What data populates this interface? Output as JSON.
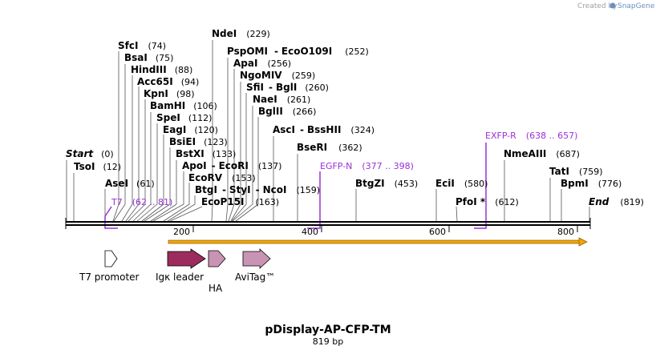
{
  "credit": {
    "prefix": "Created by",
    "brand": "SnapGene",
    "brand_color": "#6a8fc0"
  },
  "plasmid": {
    "name": "pDisplay-AP-CFP-TM",
    "length": "819 bp",
    "length_bp": 819
  },
  "ruler": {
    "ticks": [
      "200",
      "400",
      "600",
      "800"
    ]
  },
  "sites": [
    {
      "name": "Start",
      "pos": "(0)",
      "italic": true
    },
    {
      "name": "TsoI",
      "pos": "(12)"
    },
    {
      "name": "AseI",
      "pos": "(61)"
    },
    {
      "name": "SfcI",
      "pos": "(74)"
    },
    {
      "name": "BsaI",
      "pos": "(75)"
    },
    {
      "name": "HindIII",
      "pos": "(88)"
    },
    {
      "name": "Acc65I",
      "pos": "(94)"
    },
    {
      "name": "KpnI",
      "pos": "(98)"
    },
    {
      "name": "BamHI",
      "pos": "(106)"
    },
    {
      "name": "SpeI",
      "pos": "(112)"
    },
    {
      "name": "EagI",
      "pos": "(120)"
    },
    {
      "name": "BsiEI",
      "pos": "(123)"
    },
    {
      "name": "BstXI",
      "pos": "(133)"
    },
    {
      "name": "ApoI",
      "sep": "-",
      "name2": "EcoRI",
      "pos": "(137)"
    },
    {
      "name": "EcoRV",
      "pos": "(153)"
    },
    {
      "name": "BtgI",
      "sep": "-",
      "name2": "StyI",
      "sep2": "-",
      "name3": "NcoI",
      "pos": "(159)"
    },
    {
      "name": "EcoP15I",
      "pos": "(163)"
    },
    {
      "name": "NdeI",
      "pos": "(229)"
    },
    {
      "name": "PspOMI",
      "sep": "-",
      "name2": "EcoO109I",
      "pos": "(252)"
    },
    {
      "name": "ApaI",
      "pos": "(256)"
    },
    {
      "name": "NgoMIV",
      "pos": "(259)"
    },
    {
      "name": "SfiI",
      "sep": "-",
      "name2": "BglI",
      "pos": "(260)"
    },
    {
      "name": "NaeI",
      "pos": "(261)"
    },
    {
      "name": "BglII",
      "pos": "(266)"
    },
    {
      "name": "AscI",
      "sep": "-",
      "name2": "BssHII",
      "pos": "(324)"
    },
    {
      "name": "BseRI",
      "pos": "(362)"
    },
    {
      "name": "BtgZI",
      "pos": "(453)"
    },
    {
      "name": "EciI",
      "pos": "(580)"
    },
    {
      "name": "PfoI *",
      "pos": "(612)"
    },
    {
      "name": "NmeAIII",
      "pos": "(687)"
    },
    {
      "name": "TatI",
      "pos": "(759)"
    },
    {
      "name": "BpmI",
      "pos": "(776)"
    },
    {
      "name": "End",
      "pos": "(819)",
      "italic": true
    }
  ],
  "primers": [
    {
      "name": "T7",
      "range": "(62 .. 81)"
    },
    {
      "name": "EGFP-N",
      "range": "(377 .. 398)"
    },
    {
      "name": "EXFP-R",
      "range": "(638 .. 657)"
    }
  ],
  "features": [
    {
      "label": "T7 promoter",
      "color": "#ffffff"
    },
    {
      "label": "Igκ leader",
      "color": "#9c2c5e"
    },
    {
      "label": "HA",
      "color": "#c994b4"
    },
    {
      "label": "AviTag™",
      "color": "#c994b4"
    }
  ],
  "orf_color": "#f2a600",
  "primer_color": "#9b30d9"
}
